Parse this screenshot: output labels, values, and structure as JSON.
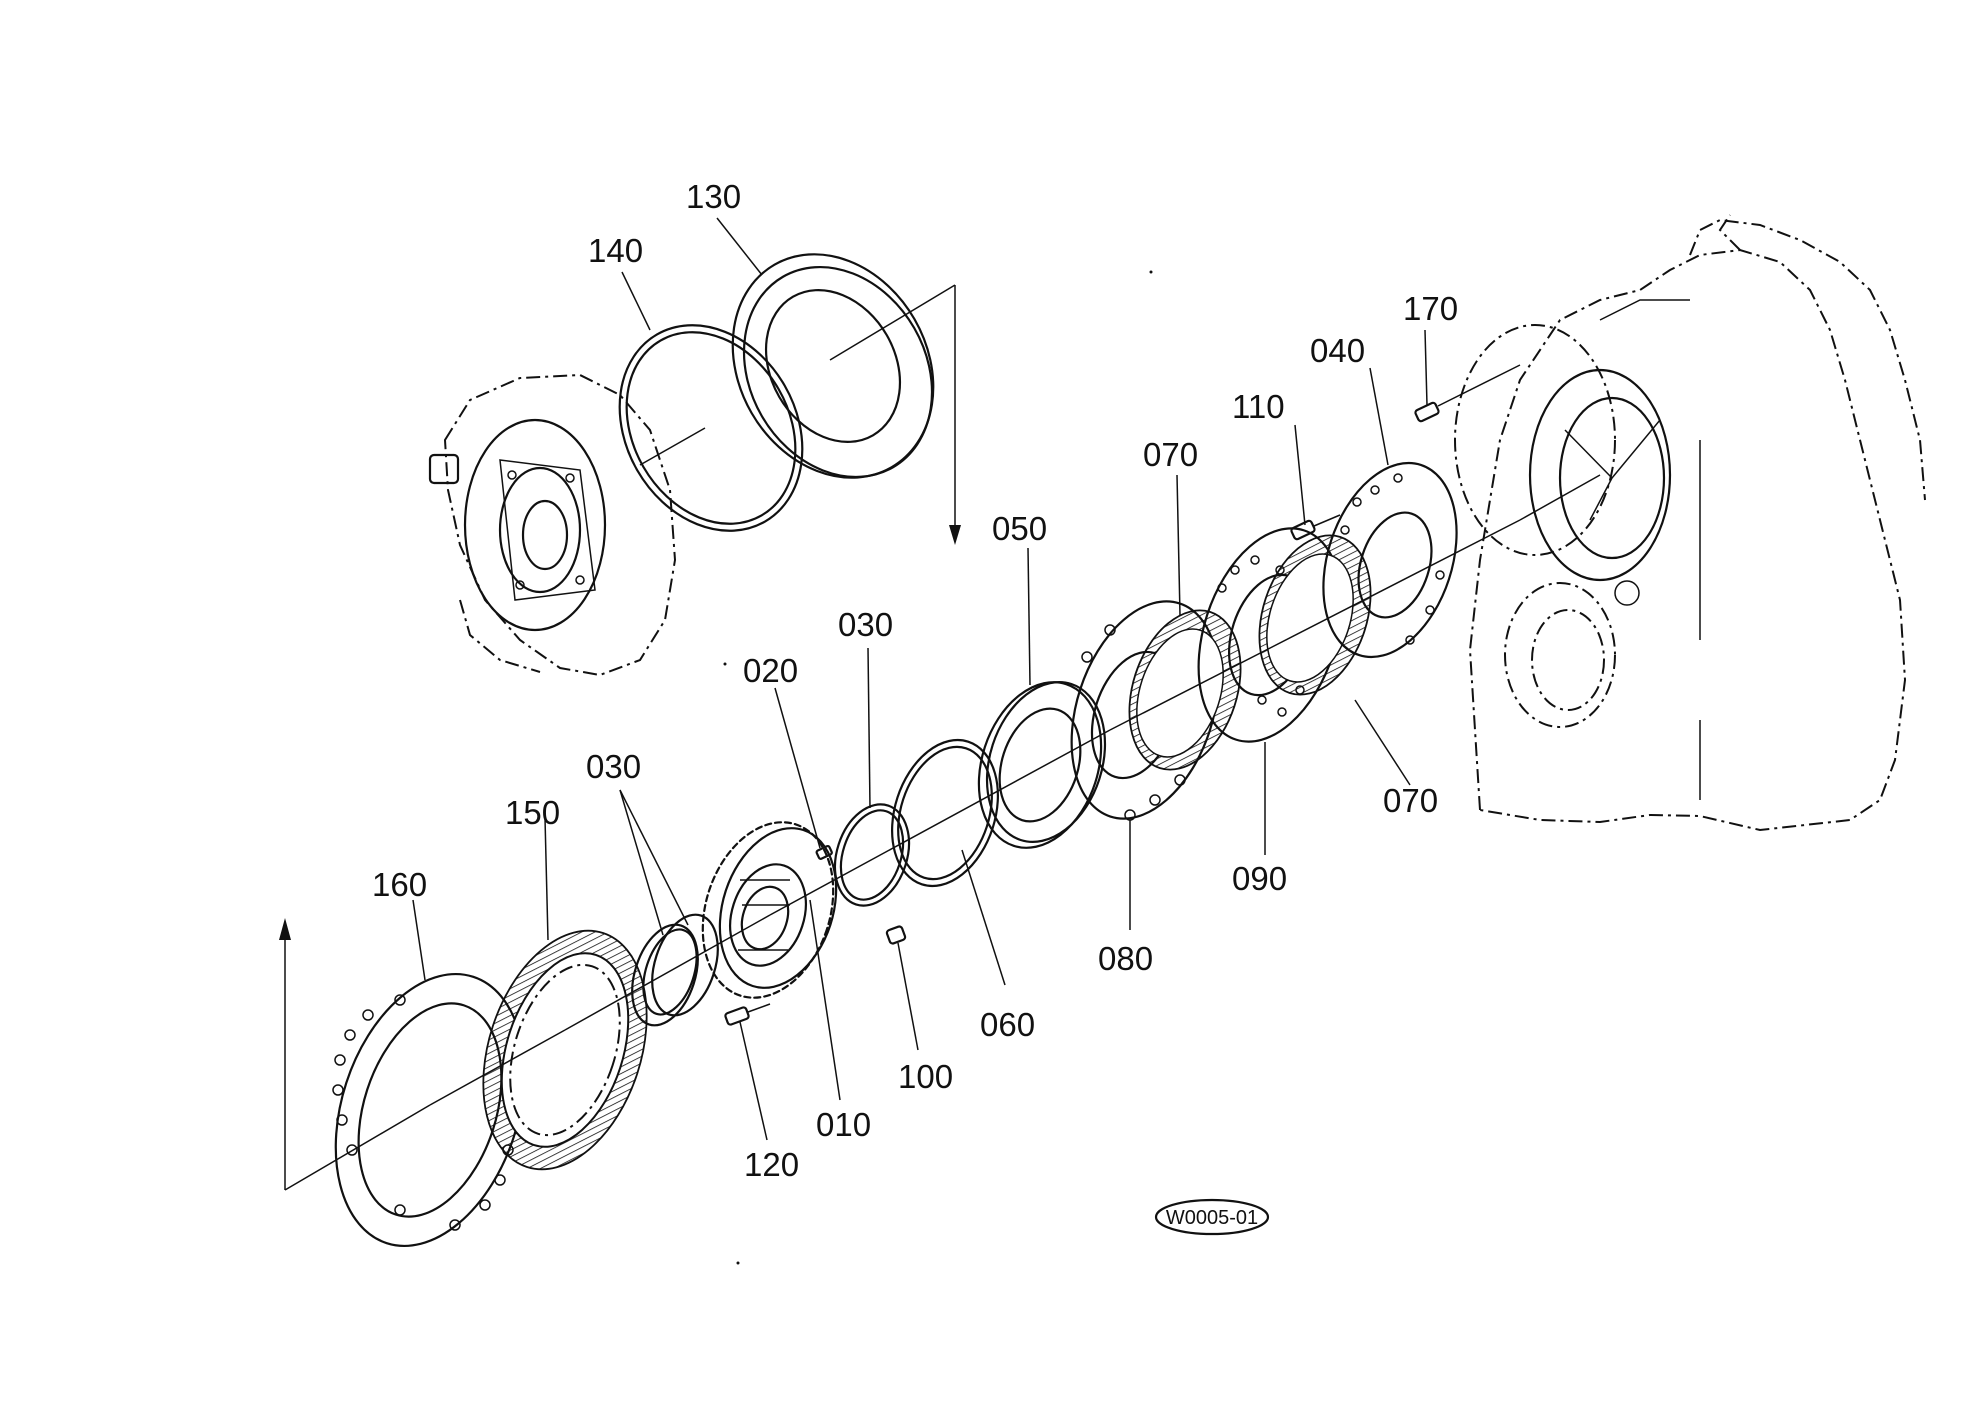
{
  "parts": {
    "p010": "010",
    "p020": "020",
    "p030a": "030",
    "p030b": "030",
    "p040": "040",
    "p050": "050",
    "p060": "060",
    "p070a": "070",
    "p070b": "070",
    "p080": "080",
    "p090": "090",
    "p100": "100",
    "p110": "110",
    "p120": "120",
    "p130": "130",
    "p140": "140",
    "p150": "150",
    "p160": "160",
    "p170": "170"
  },
  "drawing_id": "W0005-01"
}
